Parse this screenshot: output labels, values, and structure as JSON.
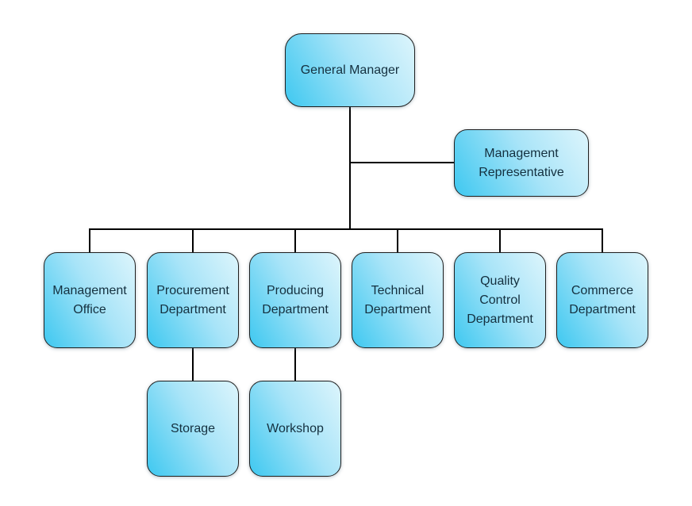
{
  "diagram": {
    "type": "org-chart",
    "title": "",
    "colors": {
      "node_fill_start": "#3EC8F0",
      "node_fill_mid": "#A8E4F8",
      "node_fill_end": "#DDF5FC",
      "node_border": "#1F1F1F",
      "connector_line": "#000000",
      "text": "#14303F",
      "background": "#FFFFFF"
    },
    "nodes": [
      {
        "id": "general-manager",
        "label": "General Manager",
        "level": 0
      },
      {
        "id": "management-representative",
        "label": "Management Representative",
        "level": 1
      },
      {
        "id": "management-office",
        "label": "Management Office",
        "level": 2
      },
      {
        "id": "procurement-department",
        "label": "Procurement Department",
        "level": 2
      },
      {
        "id": "producing-department",
        "label": "Producing Department",
        "level": 2
      },
      {
        "id": "technical-department",
        "label": "Technical Department",
        "level": 2
      },
      {
        "id": "quality-control-department",
        "label": "Quality Control Department",
        "level": 2
      },
      {
        "id": "commerce-department",
        "label": "Commerce Department",
        "level": 2
      },
      {
        "id": "storage",
        "label": "Storage",
        "level": 3
      },
      {
        "id": "workshop",
        "label": "Workshop",
        "level": 3
      }
    ],
    "edges": [
      {
        "from": "General Manager",
        "to": "Management Representative"
      },
      {
        "from": "General Manager",
        "to": "Management Office"
      },
      {
        "from": "General Manager",
        "to": "Procurement Department"
      },
      {
        "from": "General Manager",
        "to": "Producing Department"
      },
      {
        "from": "General Manager",
        "to": "Technical Department"
      },
      {
        "from": "General Manager",
        "to": "Quality Control Department"
      },
      {
        "from": "General Manager",
        "to": "Commerce Department"
      },
      {
        "from": "Procurement Department",
        "to": "Storage"
      },
      {
        "from": "Producing Department",
        "to": "Workshop"
      }
    ]
  }
}
